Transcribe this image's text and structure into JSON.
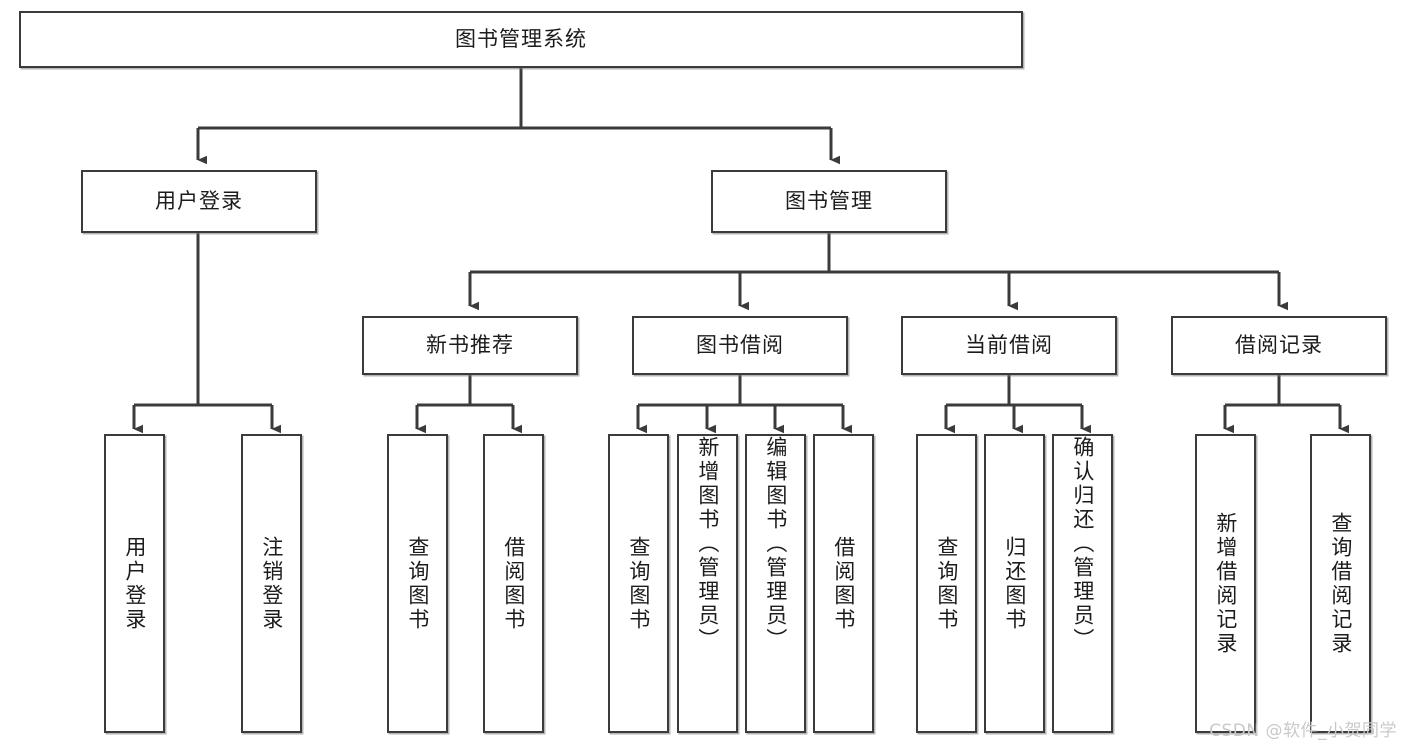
{
  "diagram": {
    "type": "tree-hierarchy",
    "title": "图书管理系统",
    "watermark": "CSDN @软件_小贺同学",
    "colors": {
      "box_border": "#3b3b3b",
      "box_fill": "#ffffff",
      "connector": "#3b3b3b",
      "text": "#1c1c1c",
      "watermark": "#c9c9c9"
    },
    "nodes": {
      "root": {
        "label": "图书管理系统"
      },
      "level2": [
        {
          "id": "user-login",
          "label": "用户登录"
        },
        {
          "id": "book-manage",
          "label": "图书管理"
        }
      ],
      "level3": [
        {
          "id": "new-book-recommend",
          "label": "新书推荐"
        },
        {
          "id": "book-borrow",
          "label": "图书借阅"
        },
        {
          "id": "current-borrow",
          "label": "当前借阅"
        },
        {
          "id": "borrow-record",
          "label": "借阅记录"
        }
      ],
      "leaves": {
        "user-login": [
          {
            "id": "leaf-user-login",
            "label": "用户登录"
          },
          {
            "id": "leaf-user-logout",
            "label": "注销登录"
          }
        ],
        "new-book-recommend": [
          {
            "id": "leaf-query-book-1",
            "label": "查询图书"
          },
          {
            "id": "leaf-borrow-book-1",
            "label": "借阅图书"
          }
        ],
        "book-borrow": [
          {
            "id": "leaf-query-book-2",
            "label": "查询图书"
          },
          {
            "id": "leaf-add-book",
            "label": "新增图书（管理员）"
          },
          {
            "id": "leaf-edit-book",
            "label": "编辑图书（管理员）"
          },
          {
            "id": "leaf-borrow-book-2",
            "label": "借阅图书"
          }
        ],
        "current-borrow": [
          {
            "id": "leaf-query-book-3",
            "label": "查询图书"
          },
          {
            "id": "leaf-return-book",
            "label": "归还图书"
          },
          {
            "id": "leaf-confirm-return",
            "label": "确认归还（管理员）"
          }
        ],
        "borrow-record": [
          {
            "id": "leaf-add-record",
            "label": "新增借阅记录"
          },
          {
            "id": "leaf-query-record",
            "label": "查询借阅记录"
          }
        ]
      }
    }
  }
}
